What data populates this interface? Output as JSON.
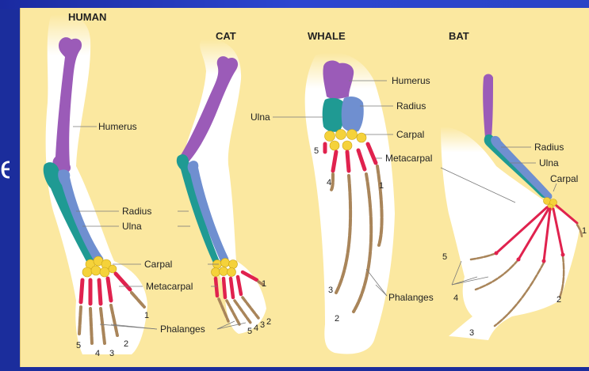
{
  "slide": {
    "edge_glyph": "e"
  },
  "figure": {
    "titles": {
      "human": "HUMAN",
      "cat": "CAT",
      "whale": "WHALE",
      "bat": "BAT"
    },
    "human_labels": {
      "humerus": "Humerus",
      "radius": "Radius",
      "ulna": "Ulna",
      "carpal": "Carpal",
      "metacarpal": "Metacarpal",
      "phalanges": "Phalanges",
      "digit1": "1",
      "digit2": "2",
      "digit3": "3",
      "digit4": "4",
      "digit5": "5"
    },
    "cat_labels": {
      "digit1": "1",
      "digit2": "2",
      "digit3": "3",
      "digit4": "4",
      "digit5": "5"
    },
    "whale_labels": {
      "humerus": "Humerus",
      "radius": "Radius",
      "ulna": "Ulna",
      "carpal": "Carpal",
      "metacarpal": "Metacarpal",
      "phalanges": "Phalanges",
      "digit1": "1",
      "digit2": "2",
      "digit3": "3",
      "digit4": "4",
      "digit5": "5"
    },
    "bat_labels": {
      "radius": "Radius",
      "ulna": "Ulna",
      "carpal": "Carpal",
      "digit1": "1",
      "digit2": "2",
      "digit3": "3",
      "digit4": "4",
      "digit5": "5"
    },
    "colors": {
      "humerus": "#9b5bb8",
      "radius": "#6f8fd0",
      "ulna": "#1f9a93",
      "carpal": "#f5d23a",
      "metacarpal": "#e0224e",
      "phalanges": "#a9855a",
      "background": "#fbe8a0",
      "silhouette": "#ffffff"
    }
  }
}
